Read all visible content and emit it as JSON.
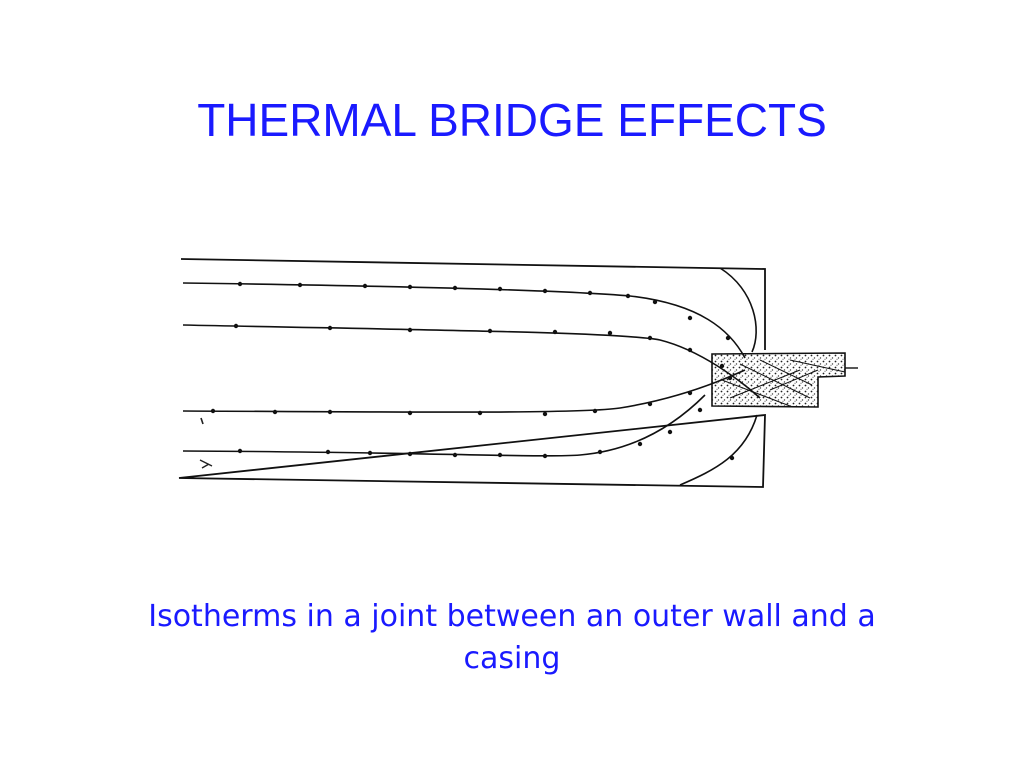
{
  "slide": {
    "title": "THERMAL BRIDGE EFFECTS",
    "caption": "Isotherms in a joint between an outer wall and a casing"
  },
  "colors": {
    "text": "#1a1aff",
    "line": "#111111",
    "background": "#ffffff"
  },
  "figure": {
    "isotherm_count": 6
  }
}
